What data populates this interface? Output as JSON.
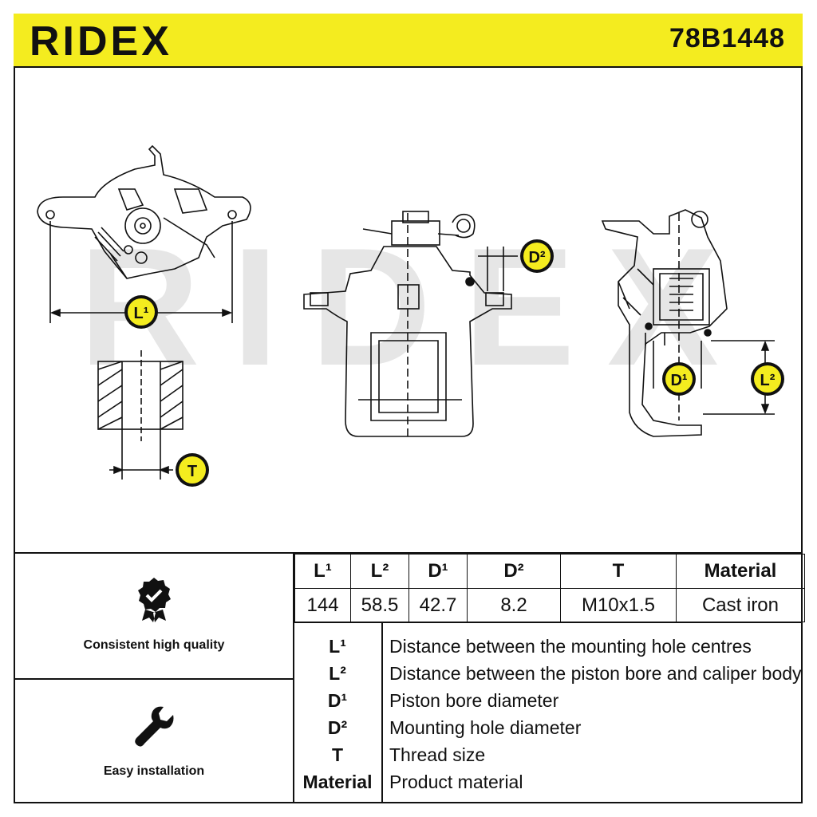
{
  "header": {
    "brand": "RIDEX",
    "part_number": "78B1448"
  },
  "drawing": {
    "watermark": "RIDEX",
    "dimension_labels": {
      "l1": "L¹",
      "l2": "L²",
      "d1": "D¹",
      "d2": "D²",
      "t": "T"
    }
  },
  "features": [
    {
      "icon": "quality-badge-icon",
      "label": "Consistent high quality"
    },
    {
      "icon": "wrench-icon",
      "label": "Easy installation"
    }
  ],
  "spec_table": {
    "headers": [
      "L¹",
      "L²",
      "D¹",
      "D²",
      "T",
      "Material"
    ],
    "values": [
      "144",
      "58.5",
      "42.7",
      "8.2",
      "M10x1.5",
      "Cast iron"
    ]
  },
  "legend": [
    {
      "abbr": "L¹",
      "desc": "Distance between the mounting hole centres"
    },
    {
      "abbr": "L²",
      "desc": "Distance between the piston bore and caliper body"
    },
    {
      "abbr": "D¹",
      "desc": "Piston bore diameter"
    },
    {
      "abbr": "D²",
      "desc": "Mounting hole diameter"
    },
    {
      "abbr": "T",
      "desc": "Thread size"
    },
    {
      "abbr": "Material",
      "desc": "Product material"
    }
  ],
  "colors": {
    "brand_yellow": "#f4ec1f",
    "ink": "#111111",
    "watermark": "#e6e6e6"
  }
}
